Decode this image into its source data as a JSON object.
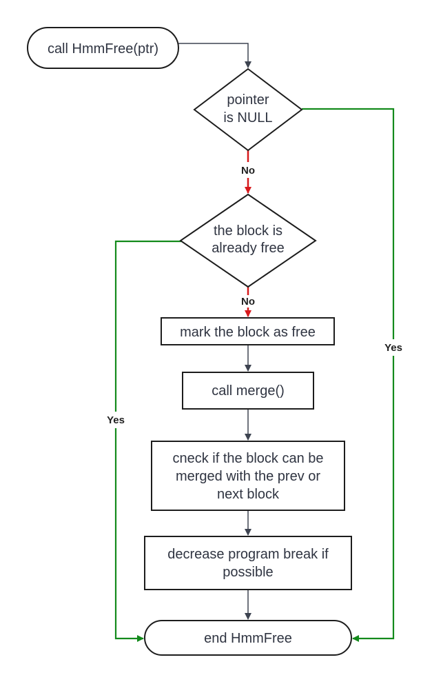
{
  "diagram": {
    "nodes": {
      "start": {
        "type": "terminal",
        "lines": [
          "call HmmFree(ptr)"
        ]
      },
      "null_check": {
        "type": "decision",
        "lines": [
          "pointer",
          "is NULL"
        ]
      },
      "free_check": {
        "type": "decision",
        "lines": [
          "the block is",
          "already free"
        ]
      },
      "mark_free": {
        "type": "process",
        "lines": [
          "mark the block as free"
        ]
      },
      "call_merge": {
        "type": "process",
        "lines": [
          "call merge()"
        ]
      },
      "check_merge": {
        "type": "process",
        "lines": [
          "cneck if the block can be",
          "merged with the prev or",
          "next block"
        ]
      },
      "decrease_break": {
        "type": "process",
        "lines": [
          "decrease program break if",
          "possible"
        ]
      },
      "end": {
        "type": "terminal",
        "lines": [
          "end HmmFree"
        ]
      }
    },
    "edges": [
      {
        "from": "start",
        "to": "null_check",
        "label": ""
      },
      {
        "from": "null_check",
        "to": "free_check",
        "label": "No"
      },
      {
        "from": "null_check",
        "to": "end",
        "label": "Yes"
      },
      {
        "from": "free_check",
        "to": "mark_free",
        "label": "No"
      },
      {
        "from": "free_check",
        "to": "end",
        "label": "Yes"
      },
      {
        "from": "mark_free",
        "to": "call_merge",
        "label": ""
      },
      {
        "from": "call_merge",
        "to": "check_merge",
        "label": ""
      },
      {
        "from": "check_merge",
        "to": "decrease_break",
        "label": ""
      },
      {
        "from": "decrease_break",
        "to": "end",
        "label": ""
      }
    ],
    "colors": {
      "default_edge": "#3d4350",
      "no_edge": "#d7191c",
      "yes_edge": "#138a1b",
      "node_stroke": "#1c1c1c",
      "text": "#2f3441"
    }
  }
}
